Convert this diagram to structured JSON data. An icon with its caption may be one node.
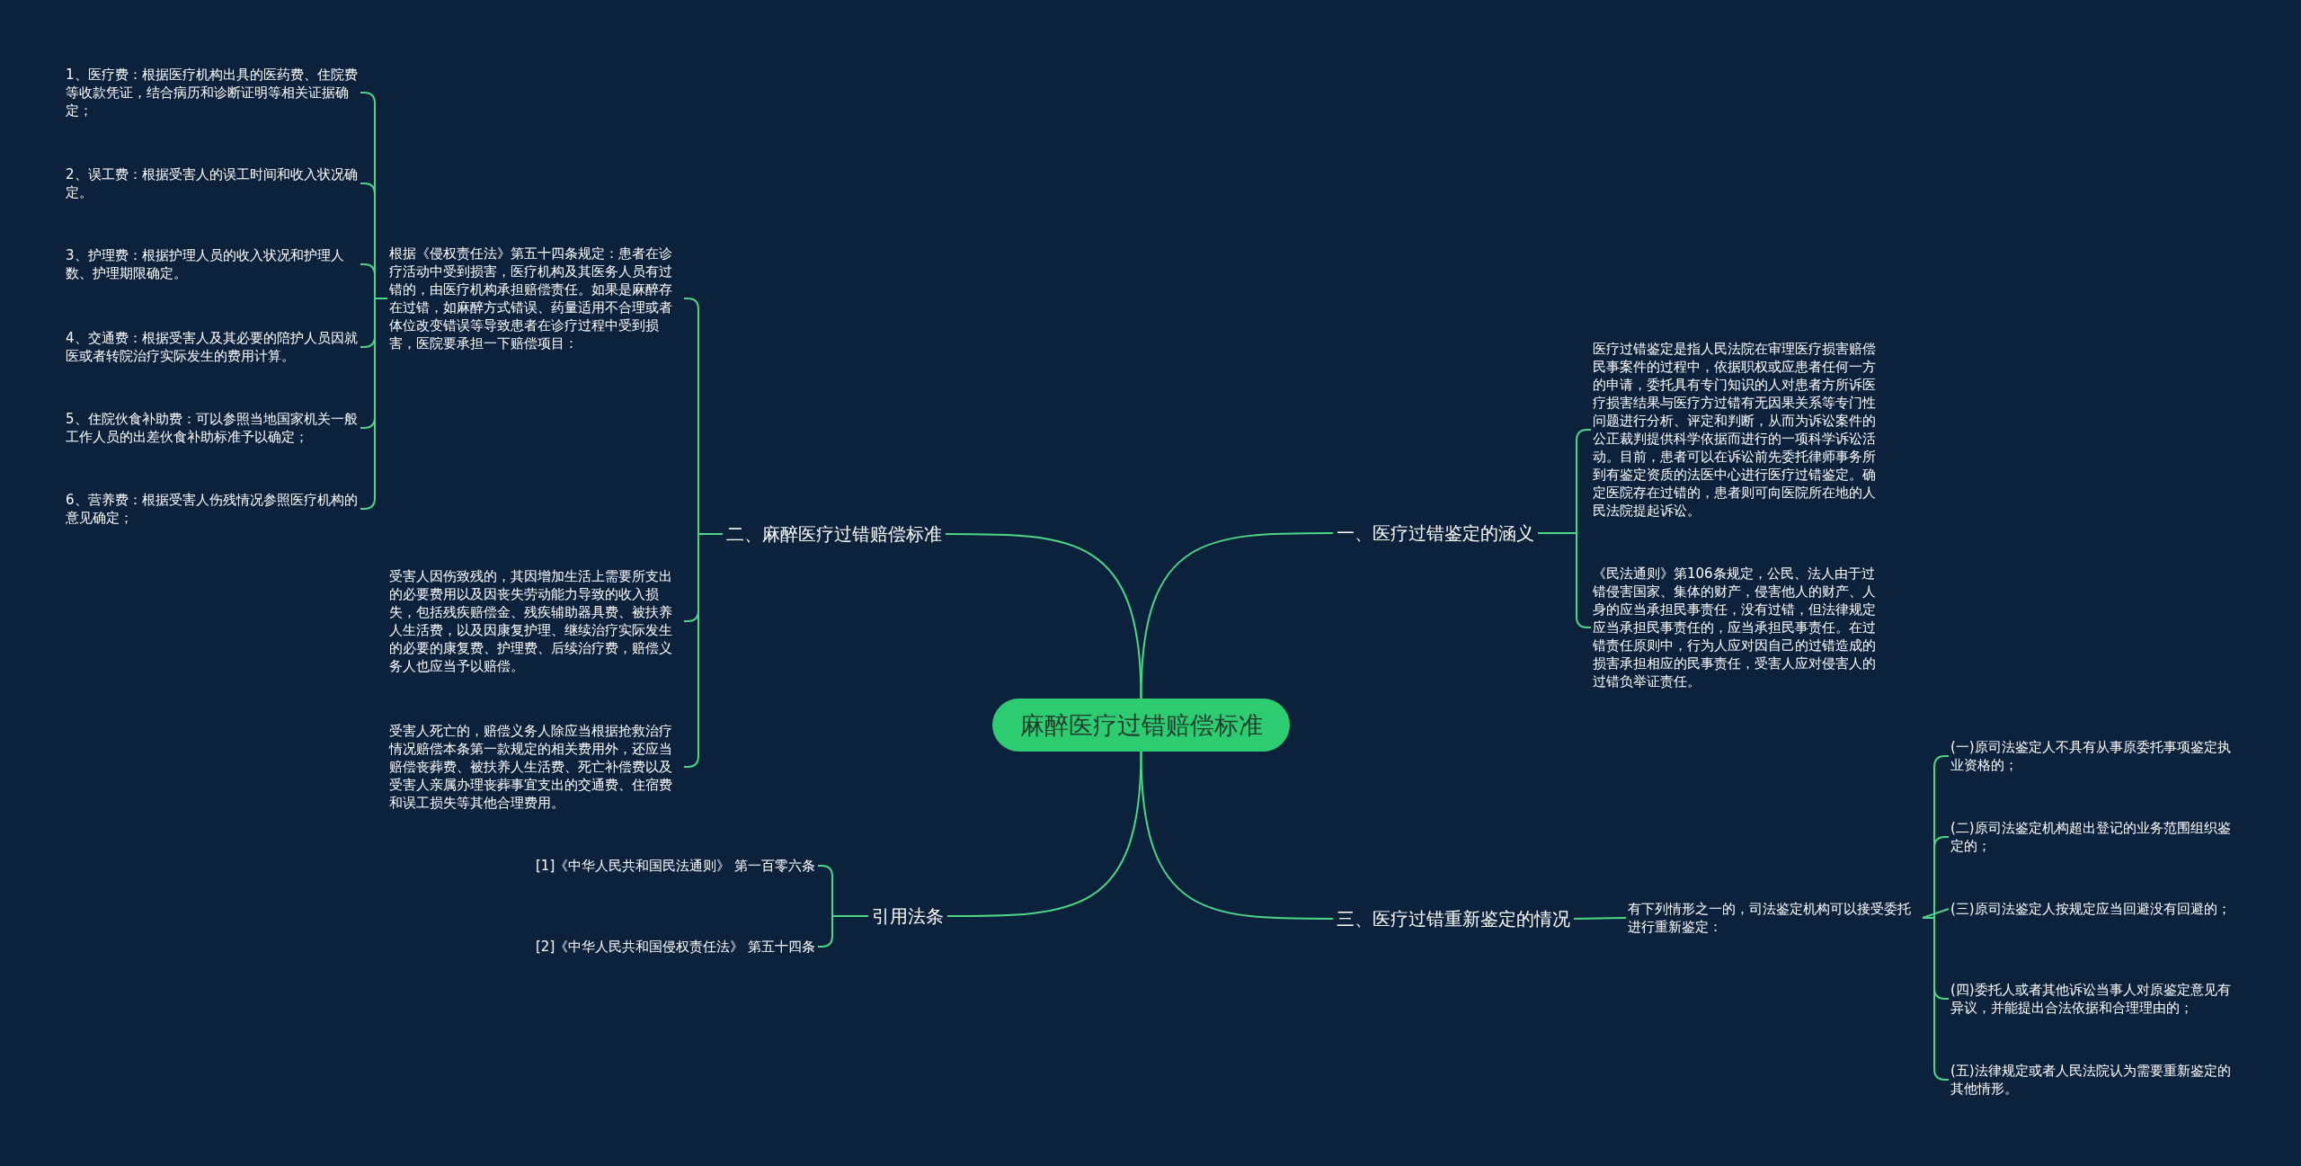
{
  "diagram": {
    "nodes": [
      {
        "text": [
          "麻醉医疗过错赔偿标准"
        ]
      },
      {
        "text": [
          "一、医疗过错鉴定的涵义"
        ]
      },
      {
        "text": [
          "医疗过错鉴定是指人民法院在审理医疗损害赔偿民事案件的过程中，依据职权或应患者任何一方的申请，委托具有专门知识的人对患者方所诉医疗损害结果与医疗方过错有无因果关系等专门性问题进行分析、评定和判断，从而为诉讼案件的公正裁判提供科学依据而进行的一项科学诉讼活动。目前，患者可以在诉讼前先委托律师事务所到有鉴定资质的法医中心进行医疗过错鉴定。确定医院存在过错的，患者则可向医院所在地的人民法院提起诉讼。"
        ]
      },
      {
        "text": [
          "《民法通则》第106条规定，公民、法人由于过错侵害国家、集体的财产，侵害他人的财产、人身的应当承担民事责任，没有过错，但法律规定应当承担民事责任的，应当承担民事责任。在过错责任原则中，行为人应对因自己的过错造成的损害承担相应的民事责任，受害人应对侵害人的过错负举证责任。"
        ]
      },
      {
        "text": [
          "二、麻醉医疗过错赔偿标准"
        ]
      },
      {
        "text": [
          "根据《侵权责任法》第五十四条规定：患者在诊疗活动中受到损害，医疗机构及其医务人员有过错的，由医疗机构承担赔偿责任。如果是麻醉存在过错，如麻醉方式错误、药量适用不合理或者体位改变错误等导致患者在诊疗过程中受到损害，医院要承担一下赔偿项目："
        ]
      },
      {
        "text": [
          "1、医疗费：根据医疗机构出具的医药费、住院费等收款凭证，结合病历和诊断证明等相关证据确定；"
        ]
      },
      {
        "text": [
          "2、误工费：根据受害人的误工时间和收入状况确定。"
        ]
      },
      {
        "text": [
          "3、护理费：根据护理人员的收入状况和护理人数、护理期限确定。"
        ]
      },
      {
        "text": [
          "4、交通费：根据受害人及其必要的陪护人员因就医或者转院治疗实际发生的费用计算。"
        ]
      },
      {
        "text": [
          "5、住院伙食补助费：可以参照当地国家机关一般工作人员的出差伙食补助标准予以确定；"
        ]
      },
      {
        "text": [
          "6、营养费：根据受害人伤残情况参照医疗机构的意见确定；"
        ]
      },
      {
        "text": [
          "受害人因伤致残的，其因增加生活上需要所支出的必要费用以及因丧失劳动能力导致的收入损失，包括残疾赔偿金、残疾辅助器具费、被扶养人生活费，以及因康复护理、继续治疗实际发生的必要的康复费、护理费、后续治疗费，赔偿义务人也应当予以赔偿。"
        ]
      },
      {
        "text": [
          "受害人死亡的，赔偿义务人除应当根据抢救治疗情况赔偿本条第一款规定的相关费用外，还应当赔偿丧葬费、被扶养人生活费、死亡补偿费以及受害人亲属办理丧葬事宜支出的交通费、住宿费和误工损失等其他合理费用。"
        ]
      },
      {
        "text": [
          "引用法条"
        ]
      },
      {
        "text": [
          "[1]《中华人民共和国民法通则》 第一百零六条"
        ]
      },
      {
        "text": [
          "[2]《中华人民共和国侵权责任法》 第五十四条"
        ]
      },
      {
        "text": [
          "三、医疗过错重新鉴定的情况"
        ]
      },
      {
        "text": [
          "有下列情形之一的，司法鉴定机构可以接受委托进行重新鉴定："
        ]
      },
      {
        "text": [
          "(一)原司法鉴定人不具有从事原委托事项鉴定执业资格的；"
        ]
      },
      {
        "text": [
          "(二)原司法鉴定机构超出登记的业务范围组织鉴定的；"
        ]
      },
      {
        "text": [
          "(三)原司法鉴定人按规定应当回避没有回避的；"
        ]
      },
      {
        "text": [
          "(四)委托人或者其他诉讼当事人对原鉴定意见有异议，并能提出合法依据和合理理由的；"
        ]
      },
      {
        "text": [
          "(五)法律规定或者人民法院认为需要重新鉴定的其他情形。"
        ]
      }
    ],
    "edges": [
      {
        "from": 0,
        "to": 1,
        "arrow": "none"
      },
      {
        "from": 1,
        "to": 2,
        "arrow": "none"
      },
      {
        "from": 1,
        "to": 3,
        "arrow": "none"
      },
      {
        "from": 0,
        "to": 4,
        "arrow": "none"
      },
      {
        "from": 4,
        "to": 5,
        "arrow": "none"
      },
      {
        "from": 5,
        "to": 6,
        "arrow": "none"
      },
      {
        "from": 5,
        "to": 7,
        "arrow": "none"
      },
      {
        "from": 5,
        "to": 8,
        "arrow": "none"
      },
      {
        "from": 5,
        "to": 9,
        "arrow": "none"
      },
      {
        "from": 5,
        "to": 10,
        "arrow": "none"
      },
      {
        "from": 5,
        "to": 11,
        "arrow": "none"
      },
      {
        "from": 4,
        "to": 12,
        "arrow": "none"
      },
      {
        "from": 4,
        "to": 13,
        "arrow": "none"
      },
      {
        "from": 0,
        "to": 14,
        "arrow": "none"
      },
      {
        "from": 14,
        "to": 15,
        "arrow": "none"
      },
      {
        "from": 14,
        "to": 16,
        "arrow": "none"
      },
      {
        "from": 0,
        "to": 17,
        "arrow": "none"
      },
      {
        "from": 17,
        "to": 18,
        "arrow": "none"
      },
      {
        "from": 18,
        "to": 19,
        "arrow": "none"
      },
      {
        "from": 18,
        "to": 20,
        "arrow": "none"
      },
      {
        "from": 18,
        "to": 21,
        "arrow": "none"
      },
      {
        "from": 18,
        "to": 22,
        "arrow": "none"
      },
      {
        "from": 18,
        "to": 23,
        "arrow": "none"
      }
    ]
  }
}
